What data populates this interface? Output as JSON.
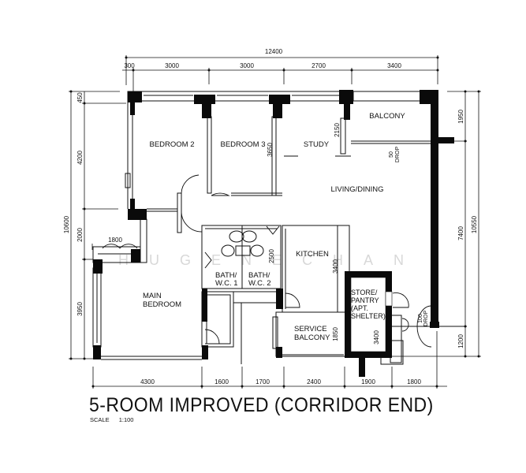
{
  "plan": {
    "title": "5-ROOM IMPROVED (CORRIDOR END)",
    "scale_label": "SCALE",
    "scale_value": "1:100",
    "watermark": "HUGENECHAN",
    "rooms": {
      "bedroom2": "BEDROOM 2",
      "bedroom3": "BEDROOM 3",
      "study": "STUDY",
      "balcony": "BALCONY",
      "living_dining": "LIVING/DINING",
      "main_bedroom_1": "MAIN",
      "main_bedroom_2": "BEDROOM",
      "bath1_1": "BATH/",
      "bath1_2": "W.C.  1",
      "bath2_1": "BATH/",
      "bath2_2": "W.C.  2",
      "kitchen": "KITCHEN",
      "service_balcony_1": "SERVICE",
      "service_balcony_2": "BALCONY",
      "store_1": "STORE/",
      "store_2": "PANTRY",
      "store_3": "(APT.",
      "store_4": "SHELTER)"
    },
    "dimensions": {
      "top_total": "12400",
      "top": [
        "300",
        "3000",
        "3000",
        "2700",
        "3400"
      ],
      "bottom": [
        "4300",
        "1600",
        "1700",
        "2400",
        "1900",
        "1800"
      ],
      "left_total": "10600",
      "left": [
        "450",
        "4200",
        "2000",
        "3950"
      ],
      "right_total": "10550",
      "right": [
        "1950",
        "7400",
        "1200"
      ],
      "mb_window": "1800",
      "bed3_depth": "3650",
      "study_depth": "2150",
      "bath_depth": "2500",
      "kitchen_depth": "3400",
      "service_depth": "1850",
      "store_depth": "3400",
      "balcony_drop_1": "50",
      "balcony_drop_2": "DROP",
      "entry_drop_1": "100",
      "entry_drop_2": "DROP"
    }
  }
}
